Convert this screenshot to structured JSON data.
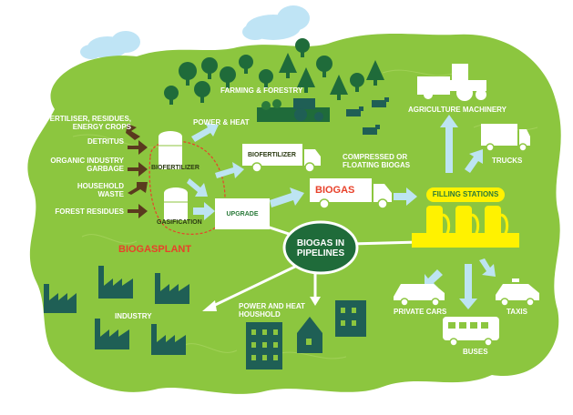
{
  "inputs": [
    {
      "label": "FERTILISER, RESIDUES,\nENERGY CROPS"
    },
    {
      "label": "DETRITUS"
    },
    {
      "label": "ORGANIC INDUSTRY\nGARBAGE"
    },
    {
      "label": "HOUSEHOLD\nWASTE"
    },
    {
      "label": "FOREST RESIDUES"
    }
  ],
  "plant": {
    "title": "BIOGASPLANT",
    "biofertilizer": "BIOFERTILIZER",
    "gasification": "GASIFICATION",
    "upgrade": "UPGRADE"
  },
  "outputs": {
    "farming": "FARMING & FORESTRY",
    "power_heat": "POWER & HEAT",
    "biofertilizer_truck": "BIOFERTILIZER",
    "compressed": "COMPRESSED OR\nFLOATING BIOGAS",
    "biogas_truck": "BIOGAS",
    "filling_stations": "FILLING STATIONS",
    "agri_machinery": "AGRICULTURE MACHINERY",
    "trucks": "TRUCKS",
    "private_cars": "PRIVATE CARS",
    "taxis": "TAXIS",
    "buses": "BUSES",
    "pipelines": "BIOGAS IN\nPIPELINES",
    "power_heat_household": "POWER AND HEAT\nHOUSHOLD",
    "industry": "INDUSTRY"
  },
  "colors": {
    "land": "#8cc63f",
    "land_dark": "#6fae2e",
    "tree": "#1f6b3a",
    "building": "#1f5f55",
    "arrow_light": "#bde4f2",
    "arrow_brown": "#5a3a1e",
    "yellow": "#fff200",
    "plant_title": "#e8412a",
    "upgrade_text": "#2a7a3a",
    "cloud": "#bfe4f5"
  }
}
